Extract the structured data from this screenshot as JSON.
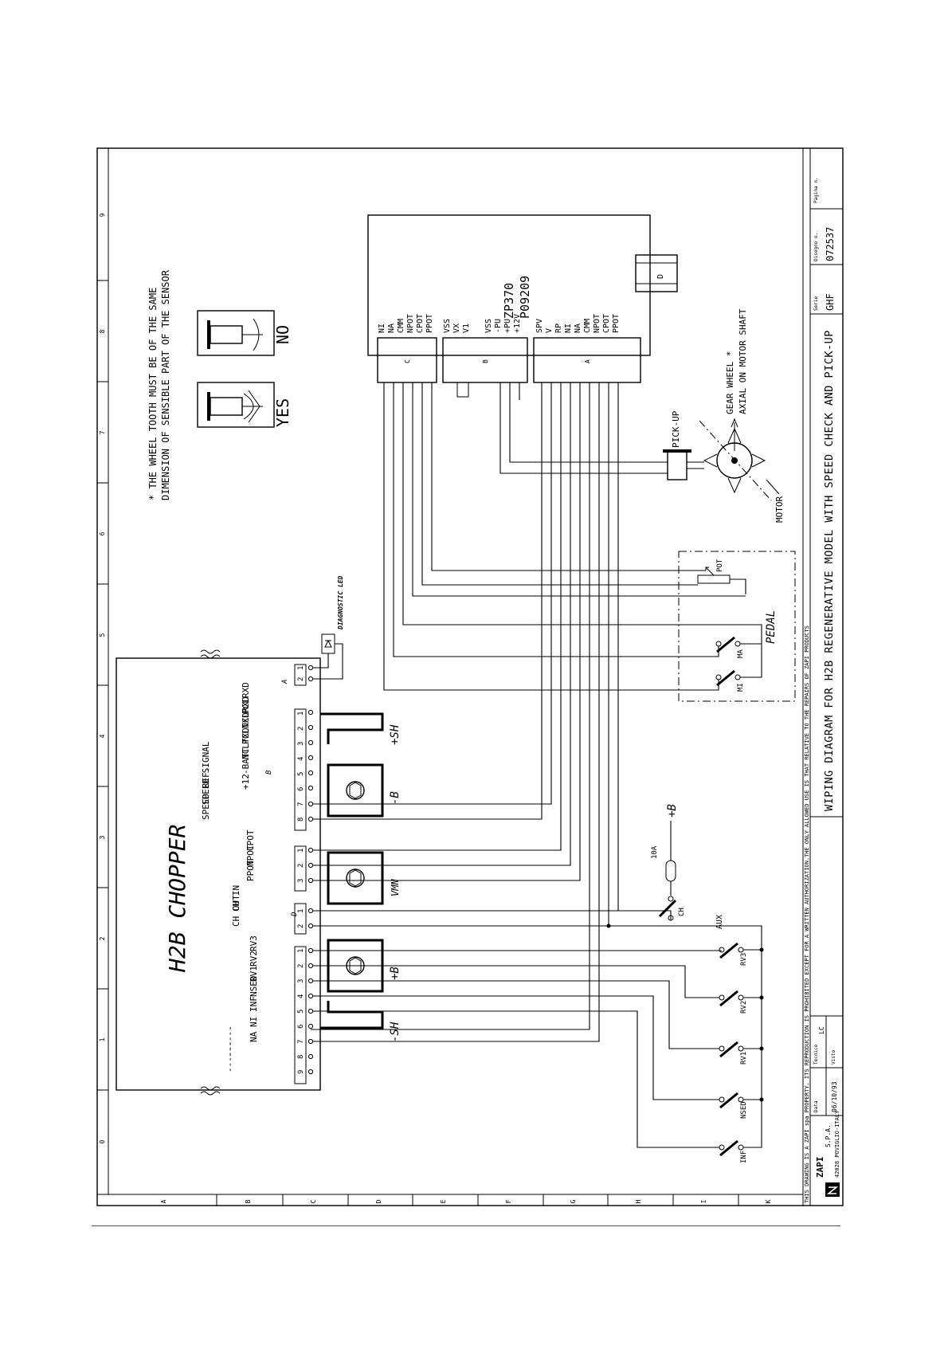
{
  "drawing": {
    "title": "WIPING DIAGRAM FOR H2B REGENERATIVE MODEL WITH SPEED CHECK AND PICK-UP",
    "copyright": "THIS DRAWING IS A ZAPI spa PROPERTY. ITS REPRODUCTION IS PROHIBITED EXCEPT FOR A WRITTEN AUTHORIZATION.THE ONLY ALLOWED USE IS THAT RELATIVE TO THE REPAIRS OF ZAPI PRODUCTS",
    "company_name": "ZAPI",
    "company_line": "S.P.A.",
    "company_address": "42028 POVIGLIO-ITALY",
    "data_label": "Data",
    "data_value": "06/10/93",
    "tecnico_label": "Tecnico",
    "tecnico_value": "LC",
    "visto_label": "Visto",
    "serie_label": "Serie",
    "serie_value": "GHF",
    "disegno_label": "Disegno n.",
    "disegno_value": "072537",
    "pagina_label": "Pagina n.",
    "row_letters": [
      "A",
      "B",
      "C",
      "D",
      "E",
      "F",
      "G",
      "H",
      "I",
      "K"
    ],
    "col_numbers": [
      "0",
      "1",
      "2",
      "3",
      "4",
      "5",
      "6",
      "7",
      "8",
      "9"
    ]
  },
  "note": {
    "line1": "* THE WHEEL TOOTH MUST BE OF THE SAME",
    "line2": "DIMENSION OF SENSIBLE PART OF THE SENSOR",
    "yes_label": "YES",
    "no_label": "NO"
  },
  "chopper": {
    "title": "H2B CHOPPER",
    "diag_led": "DIAGNOSTIC LED",
    "connector_a": "A",
    "connector_b": "B",
    "connector_d": "D",
    "pins_a": [
      "1",
      "2"
    ],
    "pins_b": [
      {
        "n": "1",
        "label": "PCLRXD"
      },
      {
        "n": "2",
        "label": "NCLRXD"
      },
      {
        "n": "3",
        "label": "PCLTXD"
      },
      {
        "n": "4",
        "label": "NCLTXD"
      },
      {
        "n": "5",
        "label": "-BATT"
      },
      {
        "n": "6",
        "label": "+12"
      },
      {
        "n": "7",
        "label": "SPEED SIGNAL"
      },
      {
        "n": "8",
        "label": "SPEED REF."
      }
    ],
    "pins_c": [
      {
        "n": "1",
        "label": "CPOT"
      },
      {
        "n": "2",
        "label": "NPOT"
      },
      {
        "n": "3",
        "label": "PPOT"
      }
    ],
    "pins_d": [
      {
        "n": "1",
        "label": "CH IN"
      },
      {
        "n": "2",
        "label": "CH OUT"
      }
    ],
    "pins_e": [
      {
        "n": "1",
        "label": "RV3"
      },
      {
        "n": "2",
        "label": "RV2"
      },
      {
        "n": "3",
        "label": "RV1"
      },
      {
        "n": "4",
        "label": "NSED"
      },
      {
        "n": "5",
        "label": "INF"
      },
      {
        "n": "6",
        "label": "NI"
      },
      {
        "n": "7",
        "label": "NA"
      },
      {
        "n": "8",
        "label": "------"
      },
      {
        "n": "9",
        "label": "------"
      }
    ],
    "term_plus_sh": "+SH",
    "term_minus_b": "-B",
    "term_vmn": "VMN",
    "term_plus_b": "+B",
    "term_minus_sh": "-SH"
  },
  "zp370": {
    "name": "ZP370",
    "code": "P09209",
    "conn_d": "D",
    "conn_c": "C",
    "conn_b": "B",
    "conn_a": "A",
    "pins_c": [
      "NI",
      "NA",
      "CMM",
      "NPOT",
      "CPOT",
      "PPOT"
    ],
    "pins_b": [
      "VSS",
      "VX",
      "V1",
      "VSS",
      "-PU",
      "+PU",
      "+12V"
    ],
    "pins_a": [
      "SPV",
      "V",
      "RP",
      "NI",
      "NA",
      "CMM",
      "NPOT",
      "CPOT",
      "PPOT"
    ]
  },
  "field": {
    "pickup": "PICK-UP",
    "gear_line1": "GEAR WHEEL *",
    "gear_line2": "AXIAL ON MOTOR SHAFT",
    "motor": "MOTOR",
    "pedal": "PEDAL",
    "pot": "POT",
    "ma": "MA",
    "mi": "MI",
    "fuse": "10A",
    "plus_b": "+B",
    "ch": "CH",
    "aux": "AUX",
    "switches": [
      "RV3",
      "RV2",
      "RV1",
      "NSED",
      "INF"
    ]
  }
}
